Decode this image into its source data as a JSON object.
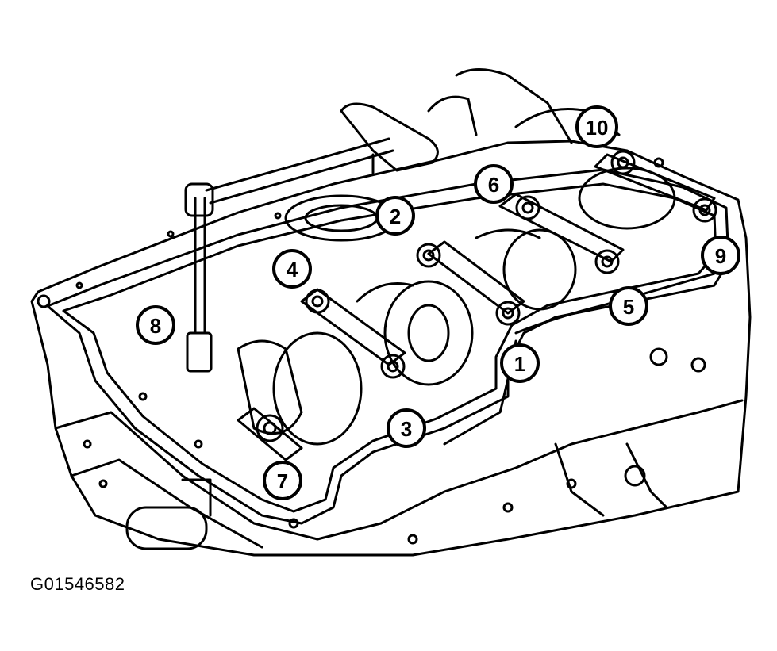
{
  "diagram": {
    "callouts": [
      "1",
      "2",
      "3",
      "4",
      "5",
      "6",
      "7",
      "8",
      "9",
      "10"
    ]
  },
  "caption": "G01546582"
}
